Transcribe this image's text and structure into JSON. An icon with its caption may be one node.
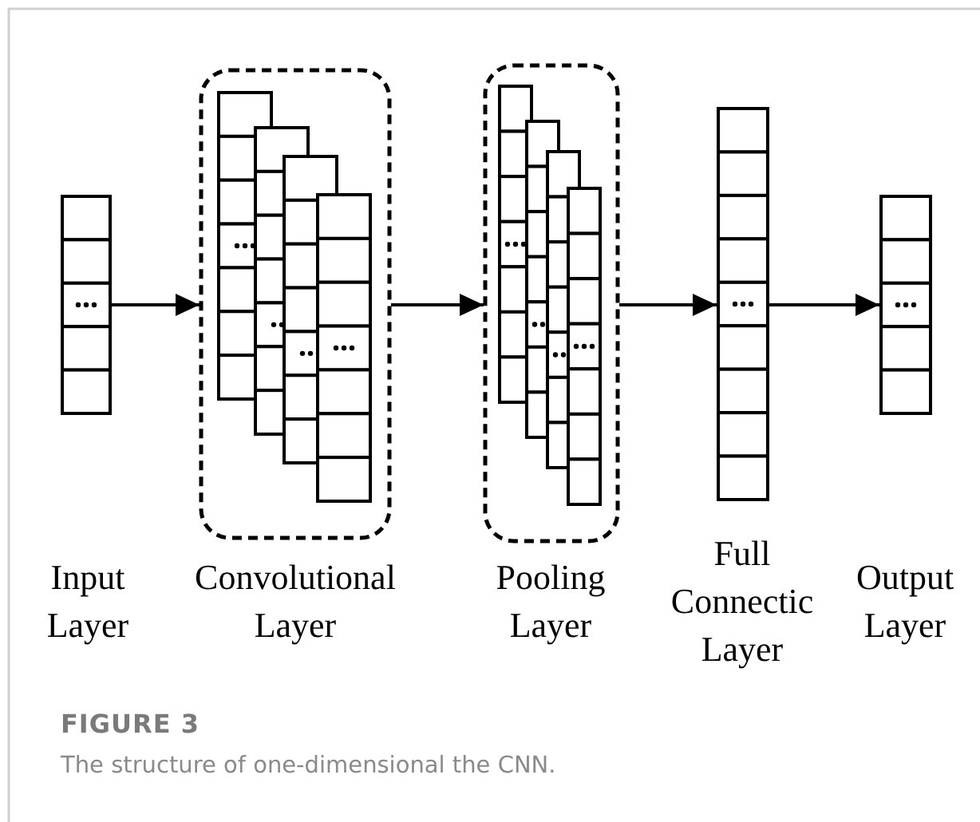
{
  "diagram": {
    "nodes": [
      {
        "text": [
          "Input Layer"
        ]
      },
      {
        "text": [
          "Convolutional Layer"
        ]
      },
      {
        "text": [
          "Pooling Layer"
        ]
      },
      {
        "text": [
          "Full Connectic Layer"
        ]
      },
      {
        "text": [
          "Output Layer"
        ]
      }
    ],
    "edges": [
      {
        "from": 0,
        "to": 1,
        "arrow": "to"
      },
      {
        "from": 1,
        "to": 2,
        "arrow": "to"
      },
      {
        "from": 2,
        "to": 3,
        "arrow": "to"
      },
      {
        "from": 3,
        "to": 4,
        "arrow": "to"
      }
    ],
    "labels": [
      "FIGURE 3"
    ],
    "caption": "The structure of one-dimensional the CNN."
  }
}
